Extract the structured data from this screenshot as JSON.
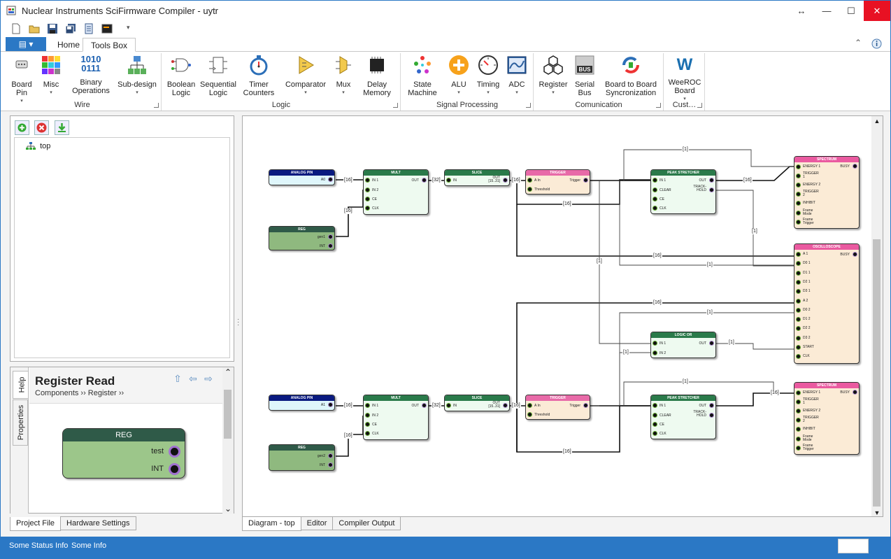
{
  "window": {
    "title": "Nuclear Instruments SciFirmware Compiler - uytr",
    "buttons": {
      "restore": "↔",
      "minimize": "—",
      "maximize": "☐",
      "close": "✕"
    }
  },
  "ribbon": {
    "file_tab": "▤ ▾",
    "tabs": [
      "Home",
      "Tools Box"
    ],
    "groups": {
      "wire": {
        "label": "Wire",
        "buttons": [
          {
            "label": "Board\nPin",
            "icon": "board-pin-icon"
          },
          {
            "label": "Misc",
            "icon": "misc-grid-icon"
          },
          {
            "label": "Binary\nOperations",
            "icon": "binary-icon"
          },
          {
            "label": "Sub-design",
            "icon": "sub-design-icon"
          }
        ]
      },
      "logic": {
        "label": "Logic",
        "buttons": [
          {
            "label": "Boolean\nLogic",
            "icon": "boolean-logic-icon"
          },
          {
            "label": "Sequential\nLogic",
            "icon": "sequential-logic-icon"
          },
          {
            "label": "Timer\nCounters",
            "icon": "stopwatch-icon"
          },
          {
            "label": "Comparator",
            "icon": "comparator-icon"
          },
          {
            "label": "Mux",
            "icon": "mux-icon"
          },
          {
            "label": "Delay\nMemory",
            "icon": "chip-icon"
          }
        ]
      },
      "signal": {
        "label": "Signal Processing",
        "buttons": [
          {
            "label": "State\nMachine",
            "icon": "state-machine-icon"
          },
          {
            "label": "ALU",
            "icon": "alu-plus-icon"
          },
          {
            "label": "Timing",
            "icon": "gauge-icon"
          },
          {
            "label": "ADC",
            "icon": "adc-icon"
          }
        ]
      },
      "comm": {
        "label": "Comunication",
        "buttons": [
          {
            "label": "Register",
            "icon": "register-hex-icon"
          },
          {
            "label": "Serial\nBus",
            "icon": "bus-icon"
          },
          {
            "label": "Board to Board\nSyncronization",
            "icon": "sync-icon"
          }
        ]
      },
      "cust": {
        "label": "Cust…",
        "buttons": [
          {
            "label": "WeeROC\nBoard",
            "icon": "weeroc-icon"
          }
        ]
      }
    }
  },
  "project_panel": {
    "tree_root": "top"
  },
  "help_panel": {
    "tabs": [
      "Help",
      "Properties"
    ],
    "title": "Register Read",
    "crumb": "Components ›› Register ››",
    "preview": {
      "header": "REG",
      "ports": [
        "test",
        "INT"
      ]
    }
  },
  "left_bottom_tabs": [
    "Project File",
    "Hardware Settings"
  ],
  "canvas_tabs": [
    "Diagram - top",
    "Editor",
    "Compiler Output"
  ],
  "status": {
    "left": "Some Status Info",
    "right": "Some Info"
  },
  "diagram": {
    "colors": {
      "analog": "#0a1a80",
      "mult": "#2a7a4a",
      "slice": "#2a7a4a",
      "trigger": "#e86aa8",
      "peak": "#2a7a4a",
      "spectrum": "#ea5aa0",
      "osc": "#ea5aa0",
      "reg": "#2f5a48",
      "logicor": "#2a7a4a"
    },
    "blocks": {
      "ap1": {
        "title": "ANALOG PIN",
        "port": "A0"
      },
      "ap2": {
        "title": "ANALOG PIN",
        "port": "A1"
      },
      "reg1": {
        "title": "REG",
        "p1": "gen1",
        "p2": "INT"
      },
      "reg2": {
        "title": "REG",
        "p1": "gen2",
        "p2": "INT"
      },
      "mult": {
        "title": "MULT",
        "in1": "IN 1",
        "in2": "IN 2",
        "ce": "CE",
        "clk": "CLK",
        "out": "OUT"
      },
      "slice": {
        "title": "SLICE",
        "in": "IN",
        "out": "OUT\n[15..31]"
      },
      "trig": {
        "title": "TRIGGER",
        "ain": "A In",
        "thr": "Threshold",
        "out": "Trigger"
      },
      "peak": {
        "title": "PEAK STRETCHER",
        "in1": "IN 1",
        "clear": "CLEAR",
        "ce": "CE",
        "clk": "CLK",
        "out": "OUT",
        "track": "TRACK-\nHOLD"
      },
      "spectrum": {
        "title": "SPECTRUM",
        "ports": [
          "ENERGY 1",
          "TRIGGER\n1",
          "ENERGY 2",
          "TRIGGER\n2",
          "INHIBIT",
          "Frame\nMode",
          "Frame\nTrigger"
        ],
        "busy": "BUSY"
      },
      "osc": {
        "title": "OSCILLOSCOPE",
        "ports": [
          "A 1",
          "D0 1",
          "D1 1",
          "D2 1",
          "D3 1",
          "A 2",
          "D0 2",
          "D1 2",
          "D2 2",
          "D3 2",
          "START",
          "CLK"
        ],
        "busy": "BUSY"
      },
      "logicor": {
        "title": "LOGIC OR",
        "in1": "IN 1",
        "in2": "IN 2",
        "out": "OUT"
      }
    },
    "wire_labels": {
      "w16": "[16]",
      "w32": "[32]",
      "w1": "[1]"
    }
  }
}
